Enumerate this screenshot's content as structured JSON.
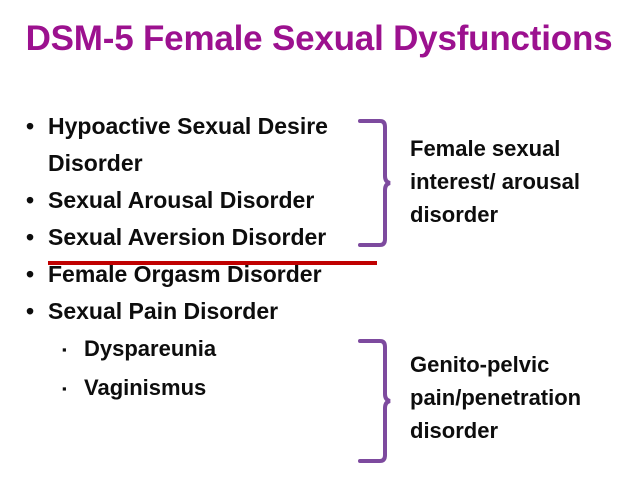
{
  "slide": {
    "title": "DSM-5 Female Sexual Dysfunctions",
    "title_color": "#9C118F",
    "background_color": "#FFFFFF",
    "body_text_color": "#0D0D0D",
    "brace_color": "#7D4A9E",
    "strikethrough_color": "#C00000"
  },
  "bullets": [
    {
      "level": 1,
      "marker": "•",
      "text": "Hypoactive Sexual Desire Disorder",
      "struck": false
    },
    {
      "level": 1,
      "marker": "•",
      "text": "Sexual Arousal Disorder",
      "struck": false
    },
    {
      "level": 1,
      "marker": "•",
      "text": "Sexual Aversion Disorder",
      "struck": true
    },
    {
      "level": 1,
      "marker": "•",
      "text": "Female Orgasm Disorder",
      "struck": false
    },
    {
      "level": 1,
      "marker": "•",
      "text": "Sexual Pain Disorder",
      "struck": false
    },
    {
      "level": 2,
      "marker": "▪",
      "text": "Dyspareunia",
      "struck": false
    },
    {
      "level": 2,
      "marker": "▪",
      "text": "Vaginismus",
      "struck": false
    }
  ],
  "labels": {
    "fsiad": "Female sexual interest/ arousal disorder",
    "gppd": "Genito-pelvic pain/penetration disorder"
  }
}
